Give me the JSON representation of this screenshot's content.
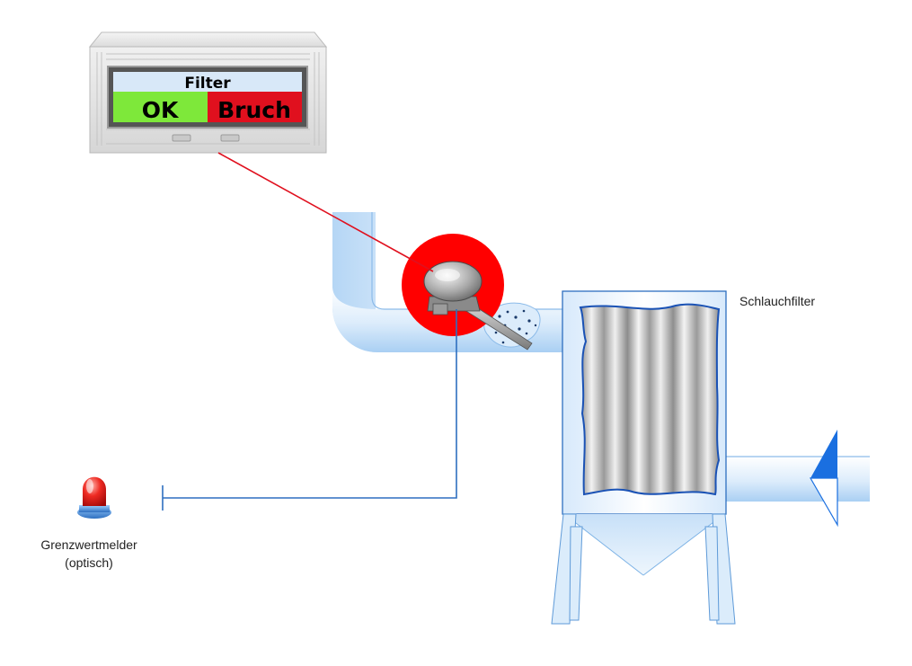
{
  "display": {
    "title": "Filter",
    "status_ok": "OK",
    "status_fault": "Bruch",
    "ok_color": "#7ee83a",
    "fault_color": "#e0101e",
    "title_bg_color": "#d8e8f8"
  },
  "labels": {
    "filter": "Schlauchfilter",
    "alarm_line1": "Grenzwertmelder",
    "alarm_line2": "(optisch)"
  },
  "colors": {
    "duct": "#cfe6fb",
    "duct_edge": "#7fb4e6",
    "signal_line": "#2e6fc0",
    "sensor_highlight": "#ff0000",
    "arrow": "#1a6fe0",
    "beacon": "#e01818"
  },
  "icons": {
    "sensor": "probe-sensor-icon",
    "beacon": "warning-beacon-icon",
    "flow": "flow-arrow-icon"
  }
}
